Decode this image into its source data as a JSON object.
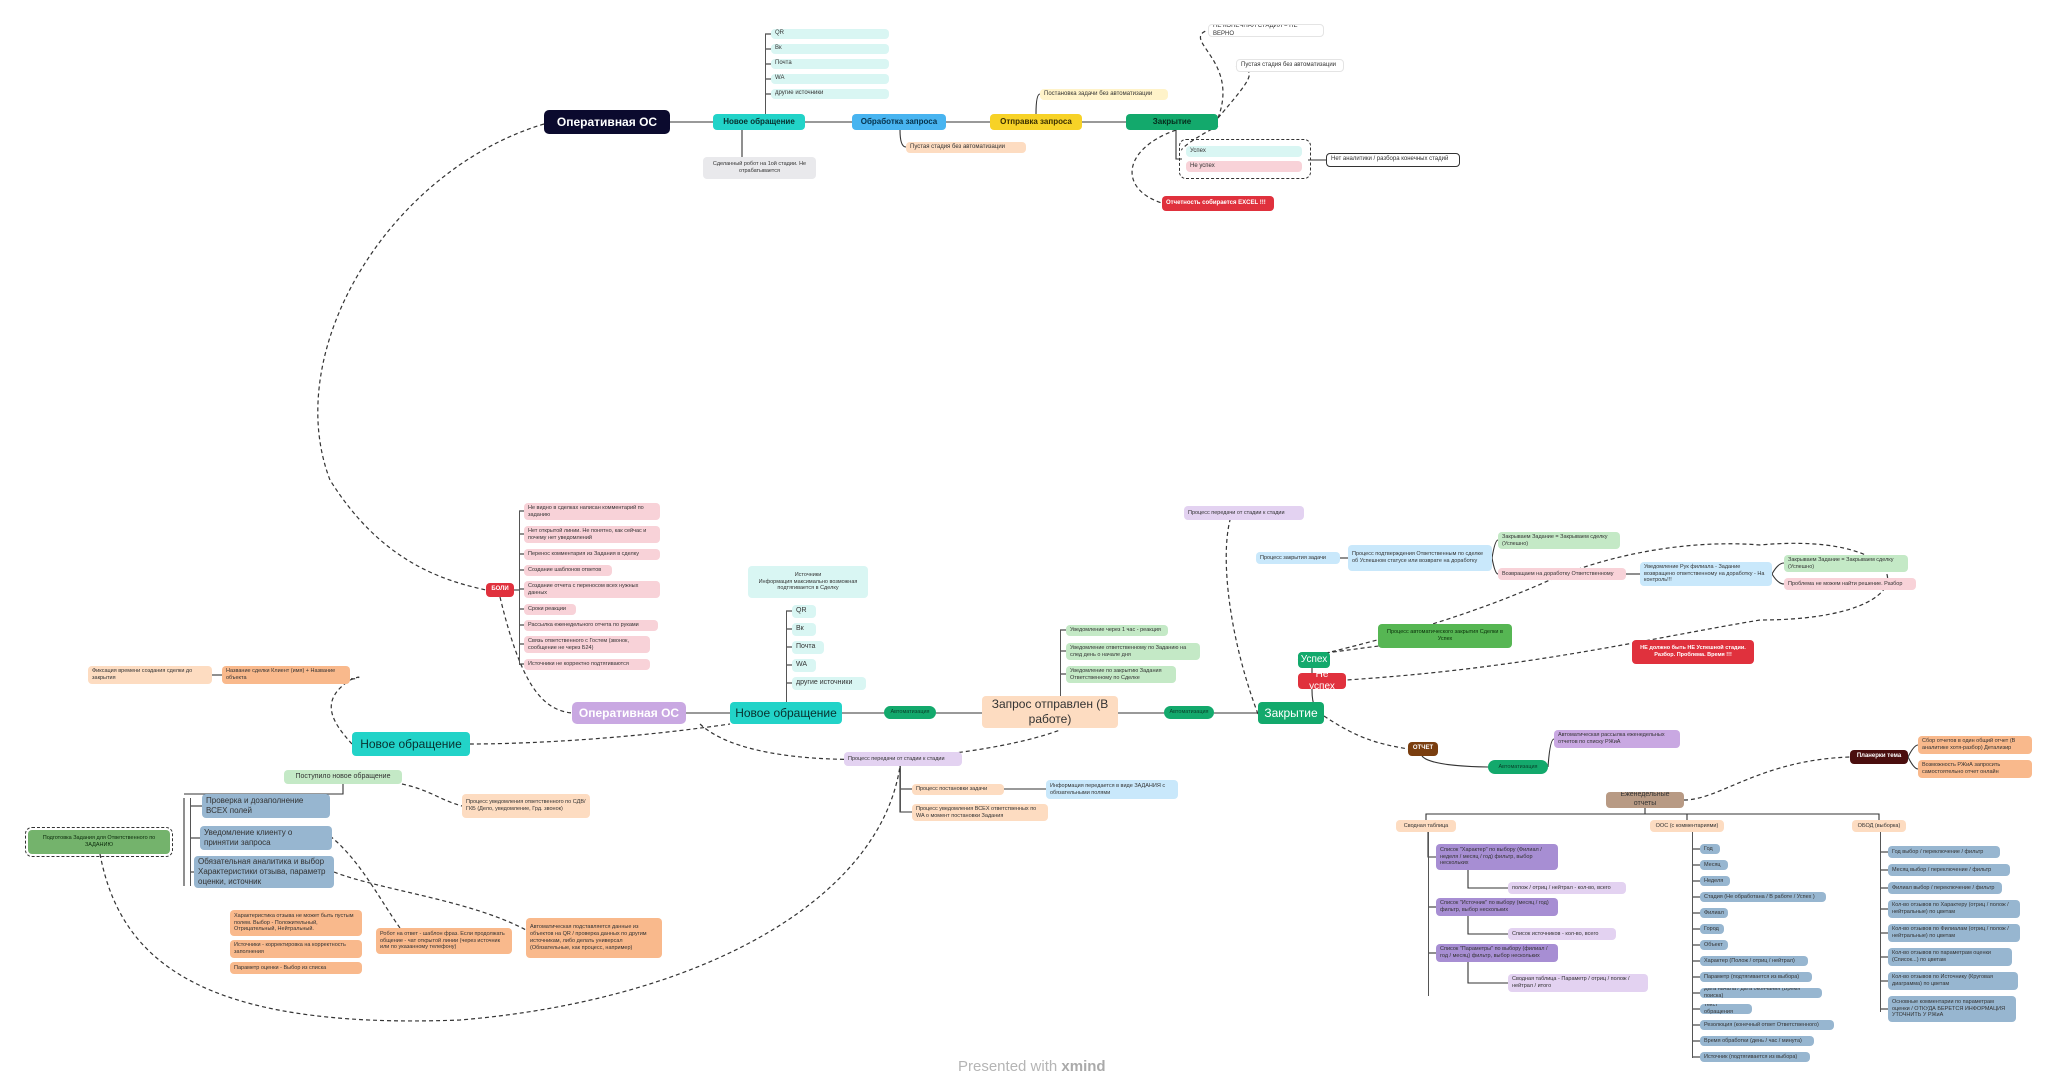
{
  "colors": {
    "navy": "#0b0a2e",
    "teal": "#22d3c8",
    "blue": "#48b4f0",
    "yellow": "#f7d227",
    "green": "#13a96c",
    "pale_teal": "#d9f6f3",
    "pale_blue": "#c9e8fb",
    "pale_yellow": "#fff3c9",
    "pale_gray": "#e9e9ec",
    "pale_pink": "#f8d2d8",
    "pale_orange": "#fddcc1",
    "red": "#e0313d",
    "lavender": "#c9a8e2",
    "pale_lavender": "#e3d2f1",
    "pale_green": "#c4e9c6",
    "orange": "#f9b98c",
    "gray_blue": "#97b6d0",
    "brown": "#7a3e0f",
    "dark_brown": "#4a0e0e",
    "taupe": "#b89a84",
    "violet": "#a78ed3",
    "green2": "#56b653"
  },
  "top": {
    "root": "Оперативная ОС",
    "new_request": "Новое обращение",
    "processing": "Обработка запроса",
    "sending": "Отправка запроса",
    "closing": "Закрытие",
    "channels": [
      "QR",
      "Вк",
      "Почта",
      "WA",
      "другие источники"
    ],
    "note_robot": "Сделанный робот на 1ой стадии. Не отрабатывается",
    "note_empty_stage": "Пустая стадия без автоматизации",
    "note_setting_task": "Постановка задачи без автоматизации",
    "note_not_final": "НЕ КОНЕЧНАЯ СТАДИЯ = НЕ ВЕРНО",
    "note_empty_stage2": "Пустая стадия без автоматизации",
    "success": "Успех",
    "fail": "Не успех",
    "note_no_analytics": "Нет аналитики / разбора конечных стадий",
    "report_excel": "Отчетность собирается EXCEL !!!"
  },
  "pains": {
    "label": "БОЛИ",
    "items": [
      "Не видно в сделках написан комментарий по заданию",
      "Нет открытой линии. Не понятно, как сейчас и почему нет уведомлений",
      "Перенос комментария из Задания в сделку",
      "Создание шаблонов ответов",
      "Создание отчета с переносом всех нужных данных",
      "Сроки реакции",
      "Рассылка еженедельного отчета по руками",
      "Связь ответственного с Гостем (звонок, сообщение не через Б24)",
      "Источники не корректно подтягиваются"
    ]
  },
  "main": {
    "root": "Оперативная ОС",
    "new_request": "Новое обращение",
    "sources_note": "Источники\nИнформация максимально возможная подтягивается в Сделку",
    "channels": [
      "QR",
      "Вк",
      "Почта",
      "WA",
      "другие источники"
    ],
    "automation_tag1": "Автоматизация",
    "in_work": "Запрос отправлен (В работе)",
    "automation_tag2": "Автоматизация",
    "closing": "Закрытие",
    "notifications": [
      "Уведомление через 1 час - реакция",
      "Уведомление ответственному по Заданию на след день о начале дня",
      "Уведомление по закрытию Задания Ответственному по Сделке"
    ],
    "transfer_process": "Процесс передачи от стадии к стадии",
    "task_setting_process": "Процесс постановки задачи",
    "task_info": "Информация передается в виде ЗАДАНИЯ с обязательными полями",
    "notify_all": "Процесс уведомления ВСЕХ ответственных по WA о момент постановки Задания",
    "close_transfer": "Процесс передачи от стадии к стадии",
    "close_task": "Процесс закрытия задачи",
    "confirm_process": "Процесс подтверждения Ответственным по сделке об Успешном статусе или возврате на доработку",
    "closed_task_1": "Закрываем Задание = Закрываем сделку (Успешно)",
    "return_rework": "Возвращаем на доработку Ответственному",
    "rk_notify": "Уведомление Рук филиала - Задание возвращено ответственному на доработку - На контроль!!!",
    "closed_task_2": "Закрываем Задание = Закрываем сделку (Успешно)",
    "problem_cannot": "Проблема не можем найти решение. Разбор",
    "auto_close": "Процесс автоматического закрытия Сделки в Успех",
    "success": "Успех",
    "fail": "Не успех",
    "must_not": "НЕ должно быть НЕ Успешной стадии. Разбор. Проблема. Время !!!"
  },
  "left": {
    "new_request": "Новое обращение",
    "fixation": "Фиксация времени создания сделки до закрытия",
    "deal_name": "Название сделки Клиент (имя) + Название объекта",
    "received": "Поступило новое обращение",
    "notify_proc": "Процесс уведомления ответственного по СДВ/ГКБ (Дело, уведомление, Грд. звонок)",
    "check_fields": "Проверка и дозаполнение ВСЕХ полей",
    "notify_client": "Уведомление клиенту о принятии запроса",
    "analytics": "Обязательная аналитика и выбор Характеристики отзыва, параметр оценки, источник",
    "prep_task": "Подготовка Задания для Ответственного по ЗАДАНИЮ",
    "char_note_1": "Характеристика отзыва не может быть пустым полем. Выбор - Положительный, Отрицательный, Нейтральный.",
    "char_note_2": "Источники - корректировка на корректность заполнения",
    "char_note_3": "Параметр оценки - Выбор из списка",
    "robot_note": "Робот на ответ - шаблон фраз. Если продолжать общение - чат открытой линии (через источник или по указанному телефону)",
    "auto_note": "Автоматическая подставляется данные из объектов на QR / проверка данных по другим источникам, либо делать универсал (Обязательные, как процесс, например)"
  },
  "report": {
    "label": "ОТЧЕТ",
    "automation": "Автоматизация",
    "auto_mailing": "Автоматическая рассылка еженедельных отчетов по списку РЖиА",
    "planning": "Планерки тема",
    "plan_note_1": "Сбор отчетов в один общий отчет (В аналитике хотя-разбор) Детализир",
    "plan_note_2": "Возможность РЖиА запросить самостоятельно отчет онлайн",
    "weekly": "Еженедельные отчеты",
    "col1_title": "Сводная таблица",
    "col1_items": [
      "Список \"Характер\" по выбору (Филиал / неделя / месяц / год) фильтр, выбор нескольких",
      "полож / отриц / нейтрал - кол-во, всего",
      "Список \"Источник\" по выбору (месяц / год) фильтр, выбор нескольких",
      "Список источников - кол-во, всего",
      "Список \"Параметры\" по выбору (филиал / год / месяц) фильтр, выбор нескольких",
      "Сводная таблица - Параметр / отриц / полож / нейтрал / итого"
    ],
    "col2_title": "ООС (с комментариями)",
    "col2_items": [
      "Год",
      "Месяц",
      "Неделя",
      "Стадия (Не обработана / В работе / Успех )",
      "Филиал",
      "Город",
      "Объект",
      "Характер (Полож / отриц / нейтрал)",
      "Параметр (подтягивается из выбора)",
      "Дата начала / дата окончания (Время поиска)",
      "Текст обращения",
      "Резолюция (конечный ответ Ответственного)",
      "Время обработки (день / час / минута)",
      "Источник (подтягивается из выбора)"
    ],
    "col3_title": "ОБОД (выборка)",
    "col3_items": [
      "Год выбор / переключение / фильтр",
      "Месяц выбор / переключение / фильтр",
      "Филиал выбор / переключение / фильтр",
      "Кол-во отзывов по Характеру (отриц / полож / нейтральные) по цветам",
      "Кол-во отзывов по Филиалам (отриц / полож / нейтральные) по цветам",
      "Кол-во отзывов по параметрам оценки (Список...) по цветам",
      "Кол-во отзывов по Источнику (Круговая диаграмма) по цветам",
      "Основные комментарии по параметрам оценки / ОТКУДА БЕРЕТСЯ ИНФОРМАЦИЯ УТОЧНИТЬ У РЖиА"
    ]
  },
  "footer": {
    "presented": "Presented with",
    "brand": "xmind"
  }
}
